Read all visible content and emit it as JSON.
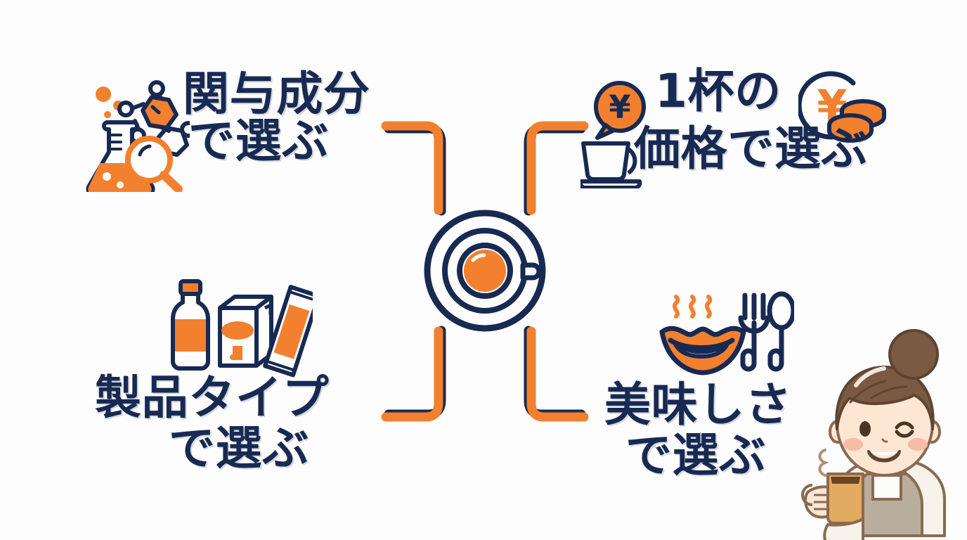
{
  "meta": {
    "background_color": "#fdfdfd",
    "navy": "#182a52",
    "orange": "#f2802f",
    "white": "#ffffff"
  },
  "center": {
    "icon_name": "coffee-cup-top-view-icon",
    "description": "concentric navy rings with orange coffee circle"
  },
  "branches": [
    {
      "id": "ingredient",
      "position": "top-left",
      "line1": "関与成分",
      "line2": "で選ぶ",
      "icon": "flask-molecule-magnifier-icon"
    },
    {
      "id": "price",
      "position": "top-right",
      "line1": "1杯の",
      "line2": "価格で選ぶ",
      "icon_left": "coffee-cup-yen-bubble-icon",
      "icon_right": "yen-coins-icon"
    },
    {
      "id": "type",
      "position": "bottom-left",
      "line1": "製品タイプ",
      "line2": "で選ぶ",
      "icon": "bottle-carton-stick-icon"
    },
    {
      "id": "taste",
      "position": "bottom-right",
      "line1": "美味しさ",
      "line2": "で選ぶ",
      "icon": "smiling-mouth-fork-spoon-icon"
    }
  ],
  "mascot": {
    "name": "woman-with-coffee-mug-illustration",
    "hair_color": "#7b5a43",
    "skin_color": "#fde7d3",
    "apron_color": "#b9ae9d",
    "mug_color": "#e3ab61"
  }
}
